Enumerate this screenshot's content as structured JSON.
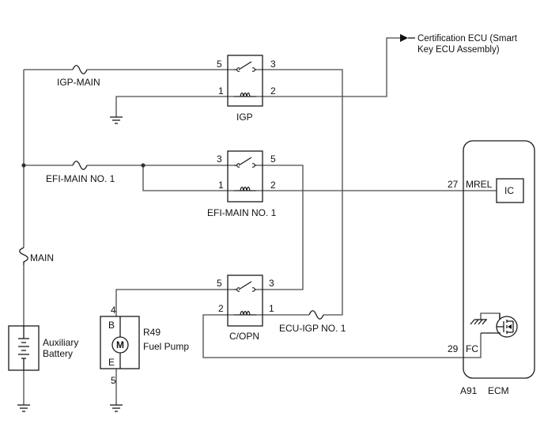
{
  "components": {
    "igp_main_fuse": "IGP-MAIN",
    "efi_main_fuse": "EFI-MAIN NO. 1",
    "main_fuse": "MAIN",
    "ecu_igp_fuse": "ECU-IGP NO. 1",
    "igp_relay": {
      "name": "IGP",
      "pin_5": "5",
      "pin_3": "3",
      "pin_1": "1",
      "pin_2": "2"
    },
    "efi_relay": {
      "name": "EFI-MAIN NO. 1",
      "pin_3": "3",
      "pin_5": "5",
      "pin_1": "1",
      "pin_2": "2"
    },
    "copn_relay": {
      "name": "C/OPN",
      "pin_5": "5",
      "pin_3": "3",
      "pin_2": "2",
      "pin_1": "1"
    },
    "battery": {
      "line1": "Auxiliary",
      "line2": "Battery"
    },
    "fuel_pump": {
      "ref": "R49",
      "name": "Fuel Pump",
      "pin_4": "4",
      "pin_5": "5",
      "term_b": "B",
      "term_e": "E",
      "motor": "M"
    },
    "certification_ecu": {
      "line1": "Certification ECU (Smart",
      "line2": "Key ECU Assembly)"
    },
    "ecm": {
      "name": "ECM",
      "ref": "A91",
      "ic": "IC",
      "mrel_pin": "27",
      "mrel": "MREL",
      "fc_pin": "29",
      "fc": "FC"
    }
  }
}
